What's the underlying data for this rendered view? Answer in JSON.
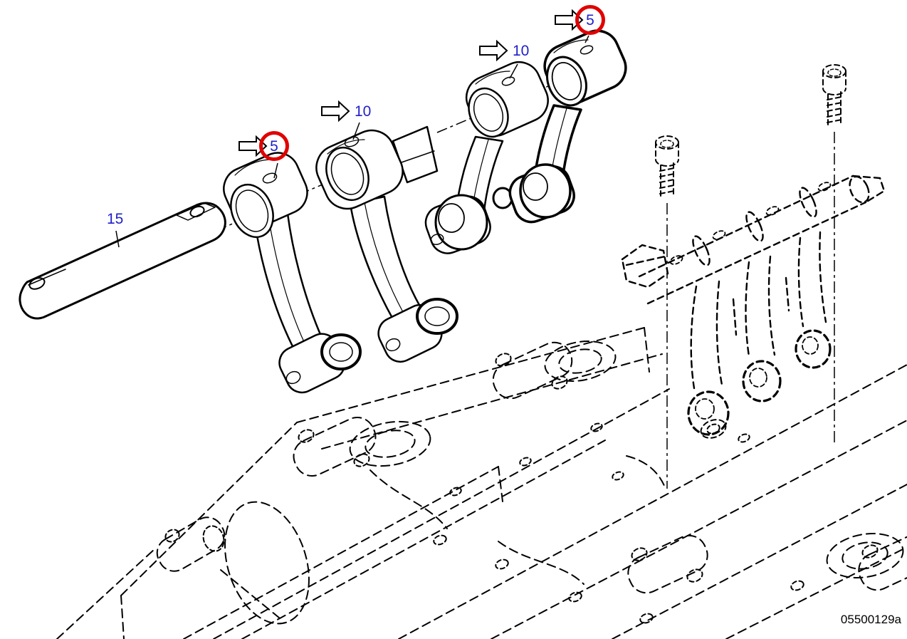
{
  "figure": {
    "code": "05500129a"
  },
  "colors": {
    "label_blue": "#1f1fcb",
    "highlight_red": "#e00000",
    "line_black": "#000000"
  },
  "icons": {
    "callout_arrow": "block-arrow-right",
    "highlight": "red-circle"
  },
  "callouts": {
    "arm1": {
      "label": "5",
      "highlighted": true
    },
    "arm2": {
      "label": "10",
      "highlighted": false
    },
    "arm3": {
      "label": "10",
      "highlighted": false
    },
    "arm4": {
      "label": "5",
      "highlighted": true
    },
    "shaft": {
      "label": "15",
      "highlighted": false
    }
  }
}
